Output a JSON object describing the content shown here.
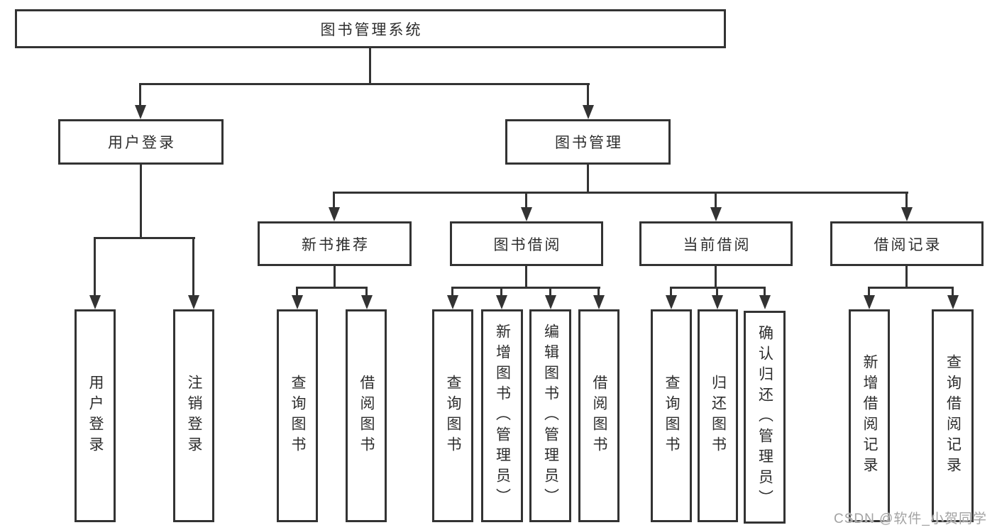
{
  "root": {
    "label": "图书管理系统"
  },
  "branches": [
    {
      "label": "用户登录",
      "children": [
        {
          "label": "用户登录"
        },
        {
          "label": "注销登录"
        }
      ]
    },
    {
      "label": "图书管理",
      "children": [
        {
          "label": "新书推荐",
          "children": [
            {
              "label": "查询图书"
            },
            {
              "label": "借阅图书"
            }
          ]
        },
        {
          "label": "图书借阅",
          "children": [
            {
              "label": "查询图书"
            },
            {
              "label": "新增图书（管理员）"
            },
            {
              "label": "编辑图书（管理员）"
            },
            {
              "label": "借阅图书"
            }
          ]
        },
        {
          "label": "当前借阅",
          "children": [
            {
              "label": "查询图书"
            },
            {
              "label": "归还图书"
            },
            {
              "label": "确认归还（管理员）"
            }
          ]
        },
        {
          "label": "借阅记录",
          "children": [
            {
              "label": "新增借阅记录"
            },
            {
              "label": "查询借阅记录"
            }
          ]
        }
      ]
    }
  ],
  "watermark": {
    "text": "CSDN @软件_小贺同学"
  },
  "colors": {
    "line": "#333333",
    "text": "#2d2d2d",
    "background": "#ffffff",
    "watermark": "#a3a3a3"
  }
}
